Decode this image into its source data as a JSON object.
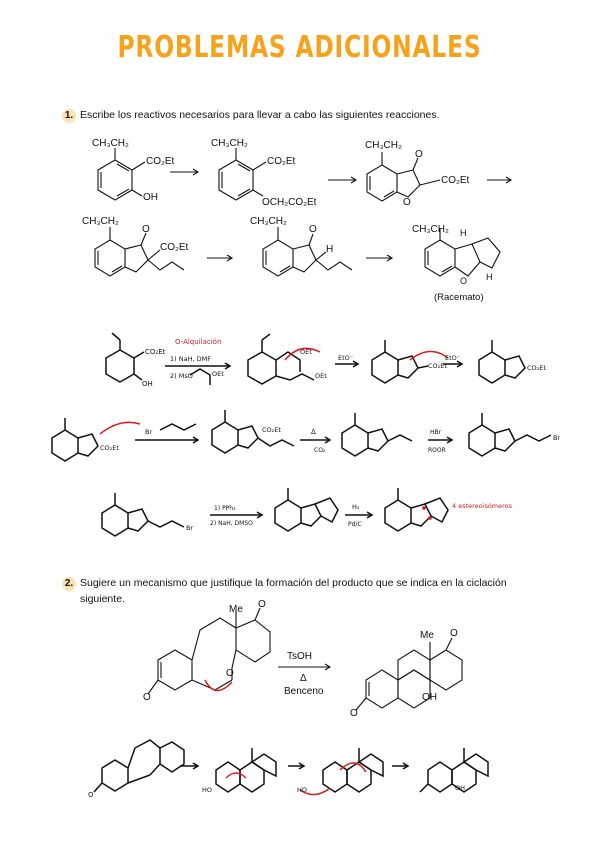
{
  "title": "PROBLEMAS ADICIONALES",
  "q1": {
    "number": "1.",
    "text": "Escribe los reactivos necesarios para llevar a cabo las siguientes reacciones.",
    "labels": {
      "ethyl": "CH₃CH₂",
      "ester": "CO₂Et",
      "oh": "OH",
      "ether": "OCH₂CO₂Et",
      "o": "O",
      "h": "H",
      "racemate": "(Racemato)"
    },
    "handwritten": {
      "o_alkylation": "O-Alquilación",
      "step1": "1) NaH, DMF",
      "step2": "2) MsO",
      "eto": "EtO⁻",
      "co2et": "CO₂Et",
      "oet": "OEt",
      "br": "Br",
      "delta": "Δ",
      "co2": "CO₂",
      "hbr": "HBr",
      "roor": "ROOR",
      "pph3": "1) PPh₃",
      "nah_dmso": "2) NaH, DMSO",
      "h2": "H₂",
      "pdc": "Pd/C",
      "stereo": "4 estereoisómeros"
    }
  },
  "q2": {
    "number": "2.",
    "text_line1": "Sugiere un mecanismo que justifique la formación del producto que se indica en la ciclación",
    "text_line2": "siguiente.",
    "labels": {
      "me": "Me",
      "o": "O",
      "oh": "OH",
      "reagent": "TsOH",
      "delta": "Δ",
      "solvent": "Benceno",
      "ho": "HO"
    }
  },
  "colors": {
    "title": "#f7a21b",
    "number_badge": "#fde3b4",
    "annotation_red": "#d81b1b"
  }
}
